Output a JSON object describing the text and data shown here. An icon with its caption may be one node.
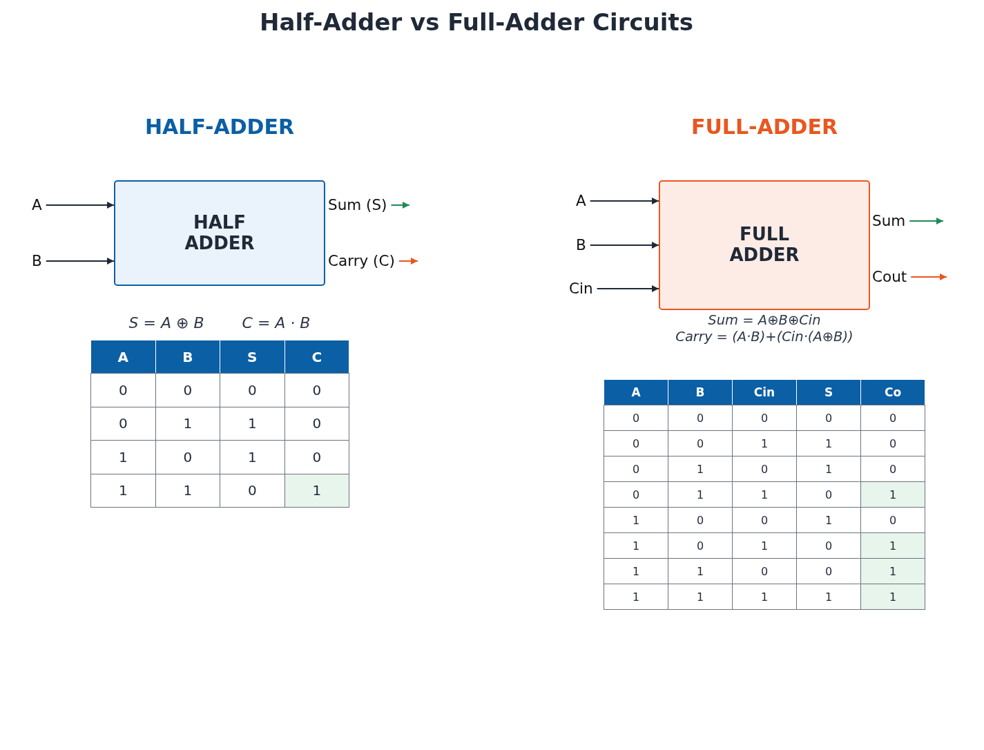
{
  "diagram": {
    "title": "Half-Adder vs Full-Adder Circuits",
    "nodes": [
      {
        "text": [
          "A"
        ]
      },
      {
        "text": [
          "B"
        ]
      },
      {
        "text": [
          "HALF ADDER"
        ]
      },
      {
        "text": [
          "Sum (S)"
        ]
      },
      {
        "text": [
          "Carry (C)"
        ]
      },
      {
        "text": [
          "A"
        ]
      },
      {
        "text": [
          "B"
        ]
      },
      {
        "text": [
          "Cin"
        ]
      },
      {
        "text": [
          "FULL ADDER"
        ]
      },
      {
        "text": [
          "Sum"
        ]
      },
      {
        "text": [
          "Cout"
        ]
      }
    ],
    "edges": [
      {
        "from": 0,
        "to": 2,
        "arrow": "to"
      },
      {
        "from": 1,
        "to": 2,
        "arrow": "to"
      },
      {
        "from": 3,
        "to": null,
        "arrow": "to",
        "color": "#1e8a5a"
      },
      {
        "from": 4,
        "to": null,
        "arrow": "to",
        "color": "#e8571f"
      },
      {
        "from": 5,
        "to": 8,
        "arrow": "to"
      },
      {
        "from": 6,
        "to": 8,
        "arrow": "to"
      },
      {
        "from": 7,
        "to": 8,
        "arrow": "to"
      },
      {
        "from": 9,
        "to": null,
        "arrow": "to",
        "color": "#1e8a5a"
      },
      {
        "from": 10,
        "to": null,
        "arrow": "to",
        "color": "#e8571f"
      }
    ],
    "labels": [
      "HALF-ADDER",
      "FULL-ADDER",
      "S = A ⊕ B",
      "C = A · B",
      "Sum = A⊕B⊕Cin",
      "Carry = (A·B)+(Cin·(A⊕B))",
      "A",
      "B",
      "S",
      "C",
      "0",
      "0",
      "0",
      "0",
      "0",
      "1",
      "1",
      "0",
      "1",
      "0",
      "1",
      "0",
      "1",
      "1",
      "0",
      "1",
      "A",
      "B",
      "Cin",
      "S",
      "Co",
      "0",
      "0",
      "0",
      "0",
      "0",
      "0",
      "0",
      "1",
      "1",
      "0",
      "0",
      "1",
      "0",
      "1",
      "0",
      "0",
      "1",
      "1",
      "0",
      "1",
      "1",
      "0",
      "0",
      "1",
      "0",
      "1",
      "0",
      "1",
      "0",
      "1",
      "1",
      "1",
      "0",
      "0",
      "1",
      "1",
      "1",
      "1",
      "1",
      "1"
    ]
  }
}
